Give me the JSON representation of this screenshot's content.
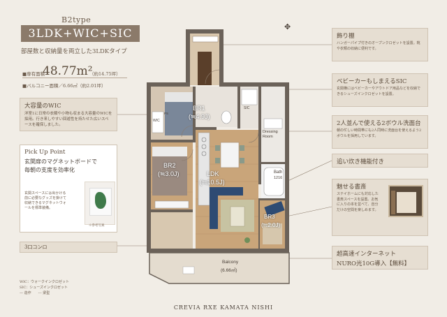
{
  "header": {
    "type_label": "B2type",
    "plan_name": "3LDK+WIC+SIC",
    "tagline": "部屋数と収納量を両立した3LDKタイプ",
    "area_label": "■専有面積",
    "area_value": "48.77m²",
    "area_tsubo": "（約14.75坪）",
    "balcony_area": "■バルコニー面積／6.66㎡（約2.01坪）"
  },
  "left_callouts": {
    "wic": {
      "title": "大容量のWIC",
      "body": "洋室1に日常の衣類や小物も収まる大容量のWICを採用。行き来しやすい回遊性を持たせた広いスペースを確保しました。"
    },
    "pickup": {
      "title": "Pick Up Point",
      "headline_1": "玄関扉のマグネットボードで",
      "headline_2": "毎朝の支度を効率化",
      "body": "玄関スペースには出かける前に必要なグッズを掛けて収納できるマグネットウォールを標準装備。",
      "photo_caption": "※参考写真"
    },
    "conro": "3口コンロ"
  },
  "right_callouts": [
    {
      "title": "飾り棚",
      "body": "ハンガーパイプ付きのオープンクロゼットを設置。靴や衣類の収納に便利です。"
    },
    {
      "title": "ベビーカーもしまえるSIC",
      "body": "玄関横にはベビーカーやアウトドア用品などを収納できるシューズインクロゼットを設置。"
    },
    {
      "title": "2人並んで使える2ボウル洗面台",
      "body": "朝の忙しい時間帯にも2人同時に洗面台を使えるよう2ボウルを採用しています。"
    },
    {
      "title": "追い炊き機能付き",
      "body": ""
    },
    {
      "title": "魅せる書斎",
      "body": "ステイホームにも対応した書斎スペースを設置。お気に入りの本を並べて、自分だけの空間を楽しめます。"
    },
    {
      "title": "超高速インターネット",
      "subtitle": "NURO光10G導入【無料】",
      "body": ""
    }
  ],
  "rooms": {
    "br1": "BR1",
    "br1_size": "(≒4.9J)",
    "br2": "BR2",
    "br2_size": "(≒3.0J)",
    "ldk": "LDK",
    "ldk_size": "(≒10.5J)",
    "br3": "BR3",
    "br3_size": "(≒2.0J)",
    "dressing": "Dressing Room",
    "bath": "Bath",
    "bath_size": "1216",
    "balcony": "Balcony",
    "balcony_size": "(6.66㎡)",
    "wic_label": "WIC",
    "sic_label": "SIC",
    "ps_label": "PS"
  },
  "legend": {
    "line1": "WIC：ウォークインクロゼット",
    "line2": "SIC：シューズインクロゼット",
    "line3": "— 造作　　--- 梁型"
  },
  "footer": "CREVIA RXE KAMATA NISHI",
  "colors": {
    "accent": "#8b7a6a",
    "box_bg": "#e6ded2",
    "floor_wood": "#c9a57a",
    "sofa_blue": "#2e4b73",
    "wall": "#5a5249"
  }
}
